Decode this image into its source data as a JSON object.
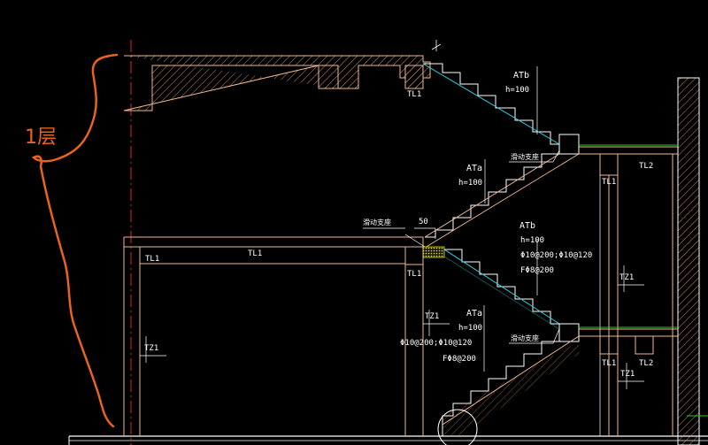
{
  "annotation": {
    "floor_label": "1层"
  },
  "beams": {
    "tl1": "TL1",
    "tl2": "TL2"
  },
  "columns": {
    "tz1": "TZ1"
  },
  "flights": {
    "upper_right": {
      "name": "ATb",
      "height": "h=100"
    },
    "upper_left": {
      "name": "ATa",
      "height": "h=100"
    },
    "middle_right": {
      "name": "ATb",
      "height": "h=100",
      "rebar_top": "Φ10@200;Φ10@120",
      "rebar_dist": "FΦ8@200"
    },
    "lower": {
      "name": "ATa",
      "height": "h=100",
      "rebar_top": "Φ10@200;Φ10@120",
      "rebar_dist": "FΦ8@200"
    }
  },
  "notes": {
    "sliding_support": "滑动支座",
    "dimension_50": "50"
  },
  "colors": {
    "concrete": "#f0b890",
    "hatch": "#e8a070",
    "cyan": "#31d0e6",
    "red": "#e02020",
    "hand": "#e8641e",
    "green": "#22cc22",
    "white": "#ffffff"
  }
}
